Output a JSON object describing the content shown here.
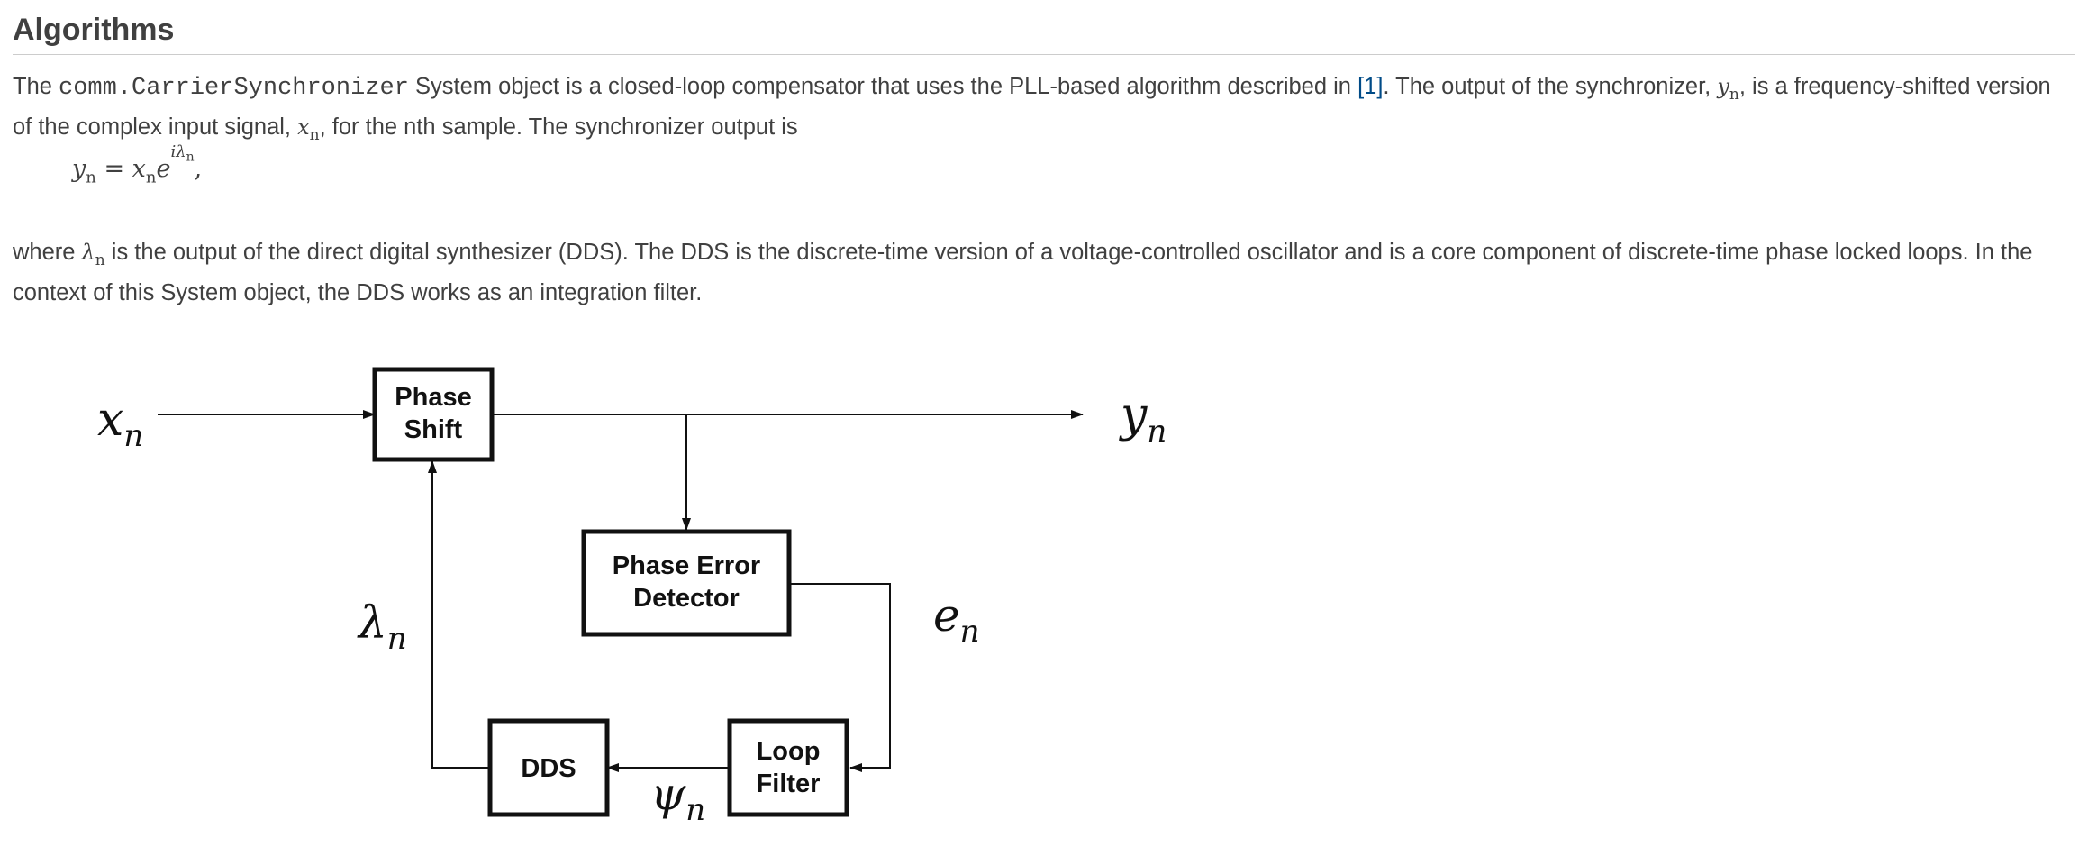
{
  "section": {
    "title": "Algorithms"
  },
  "intro": {
    "t1": "The ",
    "code": "comm.CarrierSynchronizer",
    "t2": " System object is a closed-loop compensator that uses the PLL-based algorithm described in ",
    "citation": "[1]",
    "t3": ". The output of the synchronizer, ",
    "y_var": "y",
    "y_sub": "n",
    "t4": ", is a frequency-shifted version of the complex input signal, ",
    "x_var": "x",
    "x_sub": "n",
    "t5": ", for the nth sample. The synchronizer output is"
  },
  "equation": {
    "lhs": "y",
    "lhs_sub": "n",
    "eq": " = ",
    "x": "x",
    "x_sub": "n",
    "e": "e",
    "exp": "iλ",
    "exp_sub": "n",
    "tail": ","
  },
  "description": {
    "t1": "where ",
    "lambda": "λ",
    "lambda_sub": "n",
    "t2": " is the output of the direct digital synthesizer (DDS). The DDS is the discrete-time version of a voltage-controlled oscillator and is a core component of discrete-time phase locked loops. In the context of this System object, the DDS works as an integration filter."
  },
  "diagram": {
    "blocks": {
      "phase_shift": [
        "Phase",
        "Shift"
      ],
      "phase_error_detector": [
        "Phase Error",
        "Detector"
      ],
      "dds": [
        "DDS"
      ],
      "loop_filter": [
        "Loop",
        "Filter"
      ]
    },
    "signals": {
      "input": {
        "sym": "x",
        "sub": "n"
      },
      "output": {
        "sym": "y",
        "sub": "n"
      },
      "phase": {
        "sym": "λ",
        "sub": "n"
      },
      "error": {
        "sym": "e",
        "sub": "n"
      },
      "filtered": {
        "sym": "ψ",
        "sub": "n"
      }
    }
  }
}
